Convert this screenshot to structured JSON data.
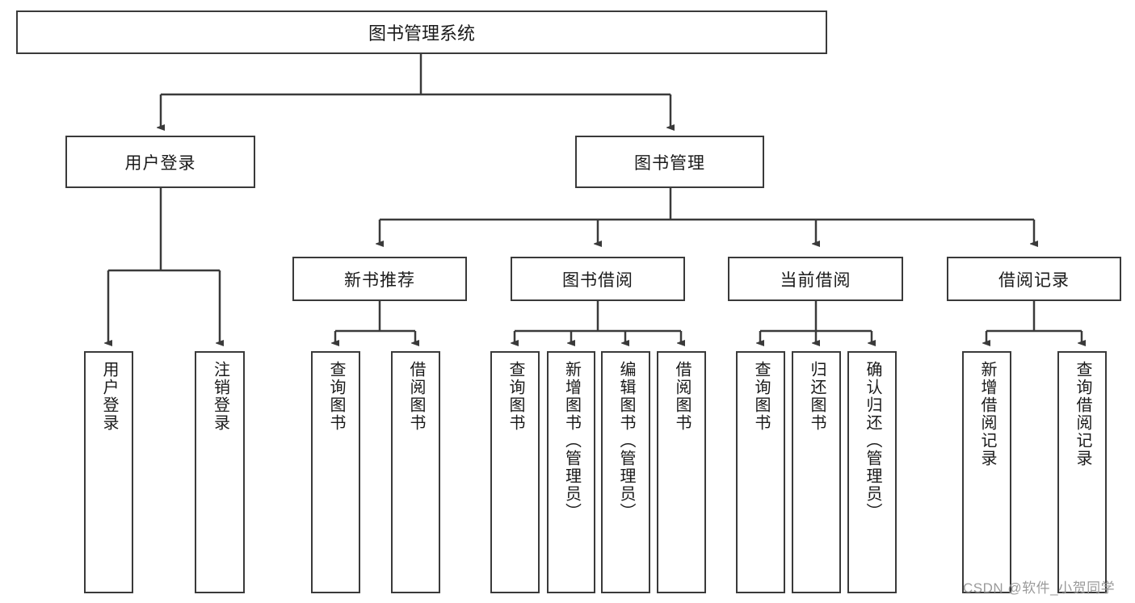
{
  "diagram": {
    "title_node": {
      "label": "图书管理系统"
    },
    "level1": [
      {
        "id": "user-login",
        "label": "用户登录"
      },
      {
        "id": "book-management",
        "label": "图书管理"
      }
    ],
    "level2": [
      {
        "id": "new-book-recommend",
        "label": "新书推荐"
      },
      {
        "id": "book-borrow",
        "label": "图书借阅"
      },
      {
        "id": "current-borrow",
        "label": "当前借阅"
      },
      {
        "id": "borrow-record",
        "label": "借阅记录"
      }
    ],
    "leaves": [
      {
        "id": "leaf-user-login",
        "label": "用户登录"
      },
      {
        "id": "leaf-logout-login",
        "label": "注销登录"
      },
      {
        "id": "leaf-query-book-1",
        "label": "查询图书"
      },
      {
        "id": "leaf-borrow-book-1",
        "label": "借阅图书"
      },
      {
        "id": "leaf-query-book-2",
        "label": "查询图书"
      },
      {
        "id": "leaf-add-book-admin",
        "label": "新增图书（管理员）"
      },
      {
        "id": "leaf-edit-book-admin",
        "label": "编辑图书（管理员）"
      },
      {
        "id": "leaf-borrow-book-2",
        "label": "借阅图书"
      },
      {
        "id": "leaf-query-book-3",
        "label": "查询图书"
      },
      {
        "id": "leaf-return-book",
        "label": "归还图书"
      },
      {
        "id": "leaf-confirm-return-admin",
        "label": "确认归还（管理员）"
      },
      {
        "id": "leaf-add-borrow-record",
        "label": "新增借阅记录"
      },
      {
        "id": "leaf-query-borrow-record",
        "label": "查询借阅记录"
      }
    ]
  },
  "watermark": {
    "text": "CSDN @软件_小贺同学"
  },
  "colors": {
    "box_border": "#3a3a3a",
    "box_fill": "#ffffff",
    "line": "#3a3a3a",
    "text": "#1a1a1a",
    "watermark": "#9a9a9a"
  }
}
